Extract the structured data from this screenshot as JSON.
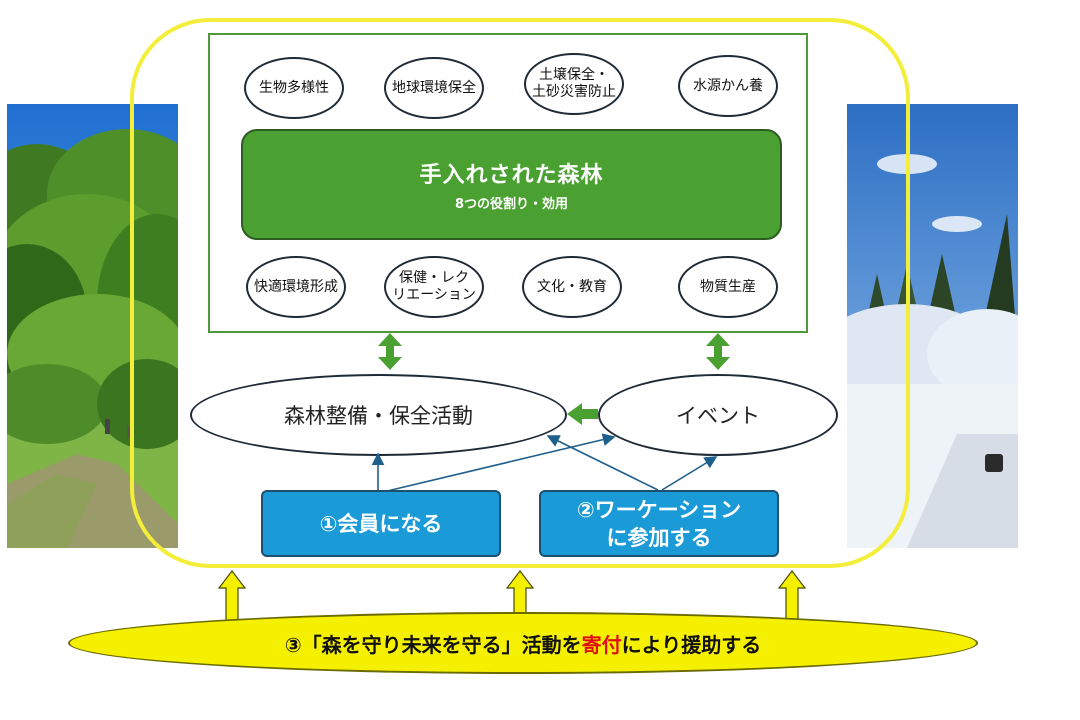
{
  "services": [
    "生物多様性",
    "地球環境保全",
    "土壌保全・\n土砂災害防止",
    "水源かん養",
    "快適環境形成",
    "保健・レク\nリエーション",
    "文化・教育",
    "物質生産"
  ],
  "forest": {
    "title": "手入れされた森林",
    "subtitle": "8つの役割り・効用"
  },
  "activities": {
    "conservation": "森林整備・保全活動",
    "event": "イベント"
  },
  "actions": {
    "member": "①会員になる",
    "workation": "②ワーケーション\nに参加する"
  },
  "donation": {
    "prefix": "③「森を守り未来を守る」活動を",
    "highlight": "寄付",
    "suffix": "により援助する"
  },
  "colors": {
    "green": "#4aa132",
    "blue": "#1a9ad6",
    "yellow": "#f5f000",
    "frame": "#f2ee3a",
    "red": "#e01010"
  }
}
